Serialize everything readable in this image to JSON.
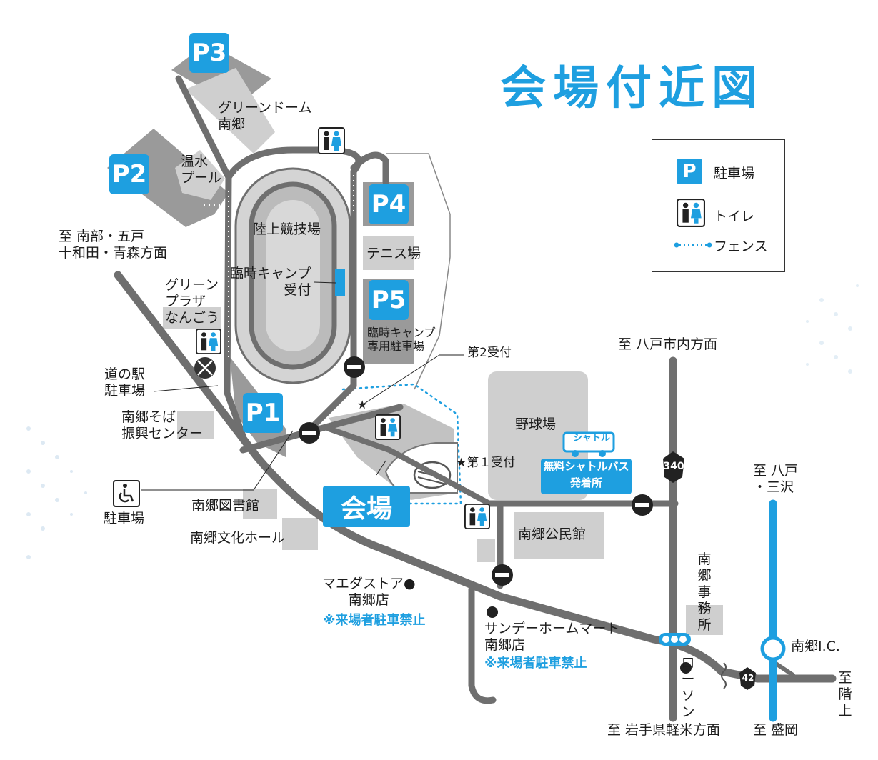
{
  "title": "会場付近図",
  "legend": {
    "parking_symbol": "P",
    "parking": "駐車場",
    "toilet": "トイレ",
    "fence": "フェンス"
  },
  "parking_lots": {
    "p1": "P1",
    "p2": "P2",
    "p3": "P3",
    "p4": "P4",
    "p5": "P5"
  },
  "venue_label": "会場",
  "shuttle": {
    "sign": "シャトル",
    "line1": "無料シャトルバス",
    "line2": "発着所"
  },
  "labels": {
    "green_dome": "グリーンドーム\n南郷",
    "hot_pool": "温水\nプール",
    "athletics": "陸上競技場",
    "temp_camp_reception": "臨時キャンプ\n受付",
    "tennis": "テニス場",
    "camp_parking": "臨時キャンプ\n専用駐車場",
    "green_plaza": "グリーン\nプラザ\nなんごう",
    "michinoeki_parking": "道の駅\n駐車場",
    "soba_center": "南郷そば\n振興センター",
    "library": "南郷図書館",
    "culture_hall": "南郷文化ホール",
    "baseball": "野球場",
    "community_hall": "南郷公民館",
    "second_reception": "第2受付",
    "first_reception": "★第１受付",
    "accessible_parking": "駐車場",
    "office": "南郷事務所",
    "maeda_store": "マエダストア●\n南郷店",
    "maeda_note": "※来場者駐車禁止",
    "sunday_store": "サンデーホームマート\n南郷店",
    "sunday_note": "※来場者駐車禁止",
    "lawson": "ローソン",
    "nango_ic": "南郷I.C."
  },
  "directions": {
    "north_west": "至 南部・五戸\n十和田・青森方面",
    "hachinohe_city": "至 八戸市内方面",
    "hachinohe_misawa": "至 八戸\n・三沢",
    "iwate": "至 岩手県軽米方面",
    "morioka": "至 盛岡",
    "hashikami": "至階上"
  },
  "route_numbers": {
    "r340": "340",
    "r42": "42"
  },
  "colors": {
    "accent": "#1e9fe0",
    "road": "#6f6f6f",
    "facility": "#d0d0d0",
    "parking_area": "#9a9a9a"
  }
}
